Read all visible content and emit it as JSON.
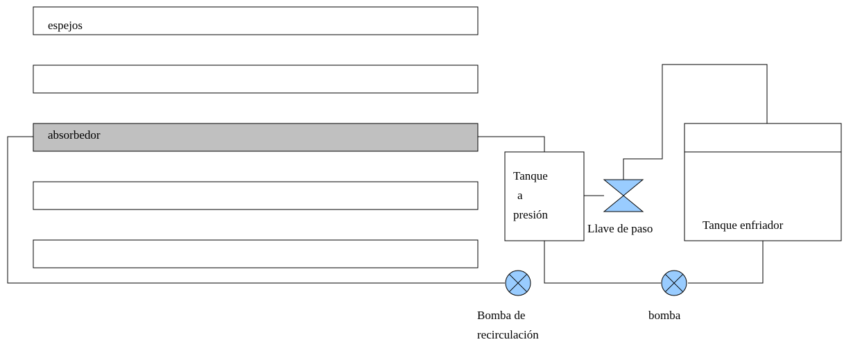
{
  "panels": {
    "mirrors_label": "espejos",
    "absorber_label": "absorbedor"
  },
  "pressure_tank": {
    "line1": "Tanque",
    "line2": "a",
    "line3": "presión"
  },
  "valve": {
    "label": "Llave de paso"
  },
  "cooling_tank": {
    "label": "Tanque enfriador"
  },
  "recirculation_pump": {
    "label_line1": "Bomba de",
    "label_line2": "recirculación"
  },
  "pump": {
    "label": "bomba"
  },
  "colors": {
    "absorber_fill": "#c0c0c0",
    "component_fill": "#99ccff",
    "stroke": "#000000"
  }
}
